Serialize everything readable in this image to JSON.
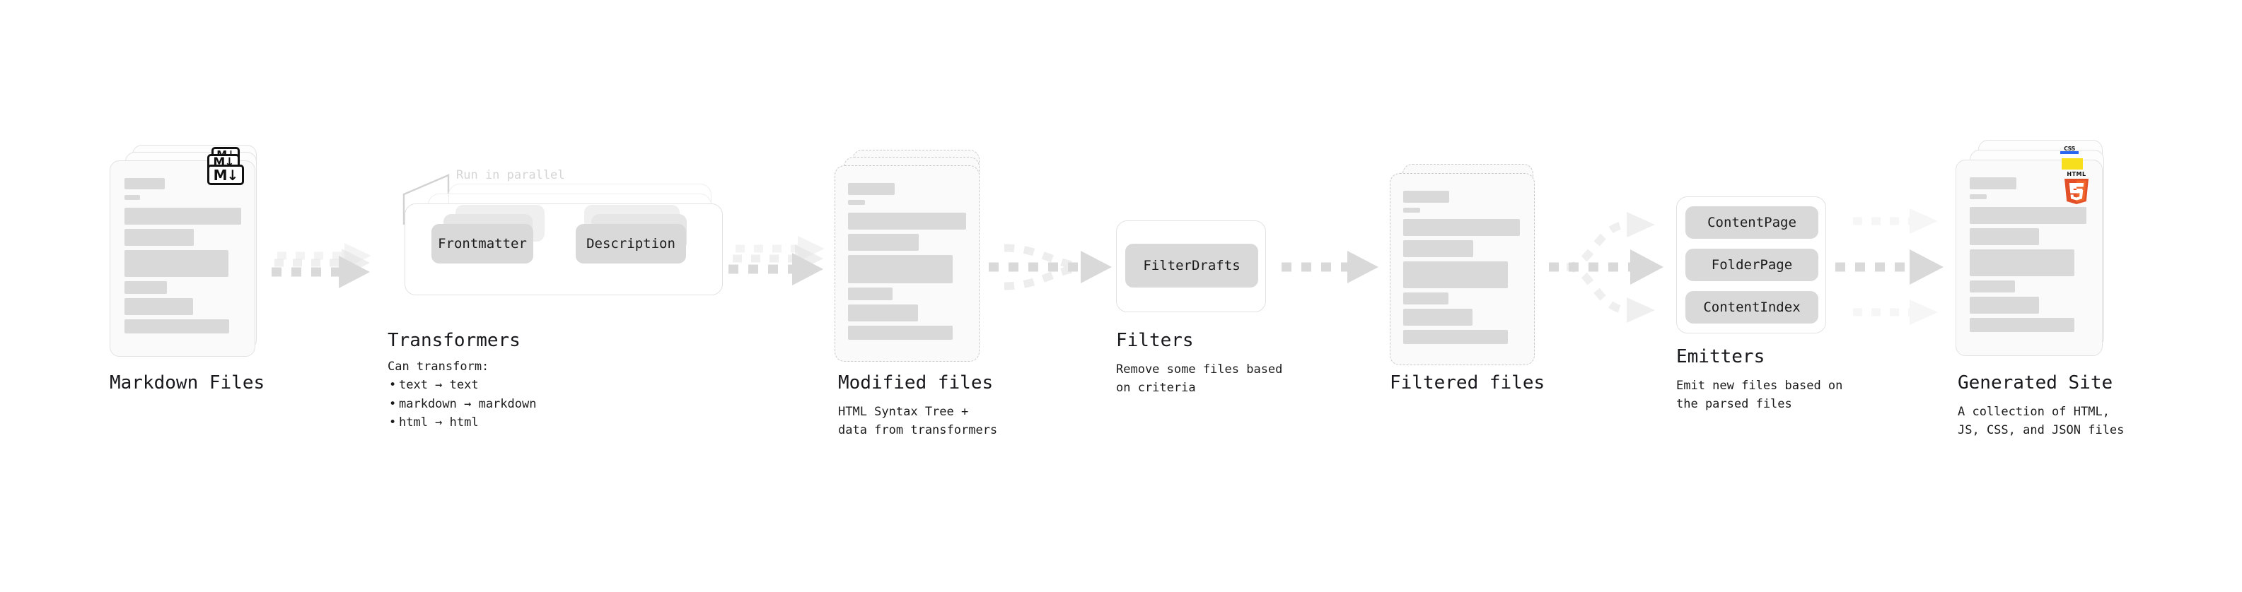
{
  "diagram": {
    "title_font": "monospace",
    "background": "#ffffff",
    "accent_colors": {
      "skeleton": "#d9d9d9",
      "card_border": "#e2e2e2",
      "dashed_border": "#c9c9c9",
      "arrow": "#d9d9d9",
      "arrow_faded": "#f0f0f0",
      "text": "#1b1b1b",
      "muted_text": "#d5d5d5",
      "html5_orange": "#E34F26",
      "js_yellow": "#F7DF1E",
      "css_blue": "#2965F1"
    }
  },
  "stages": [
    {
      "id": "markdown-files",
      "title": "Markdown Files",
      "subtitle": "",
      "badge": "M↓",
      "badge_name": "markdown-badge",
      "card_count": 3,
      "card_style": "solid"
    },
    {
      "id": "transformers",
      "title": "Transformers",
      "annotation": "Run in parallel",
      "lead": "Can transform:",
      "bullets": [
        "text → text",
        "markdown → markdown",
        "html → html"
      ],
      "pills": [
        "Frontmatter",
        "Description"
      ],
      "card_count": 3
    },
    {
      "id": "modified-files",
      "title": "Modified files",
      "subtitle": "HTML Syntax Tree +\ndata from transformers",
      "card_count": 3,
      "card_style": "dashed"
    },
    {
      "id": "filters",
      "title": "Filters",
      "subtitle": "Remove some files based\non criteria",
      "pills": [
        "FilterDrafts"
      ]
    },
    {
      "id": "filtered-files",
      "title": "Filtered files",
      "subtitle": "",
      "card_count": 2,
      "card_style": "dashed"
    },
    {
      "id": "emitters",
      "title": "Emitters",
      "subtitle": "Emit new files based on\nthe parsed files",
      "pills": [
        "ContentPage",
        "FolderPage",
        "ContentIndex"
      ]
    },
    {
      "id": "generated-site",
      "title": "Generated Site",
      "subtitle": "A collection of HTML,\nJS, CSS, and JSON files",
      "badges": [
        "HTML5",
        "JS",
        "CSS"
      ],
      "card_count": 3,
      "card_style": "solid"
    }
  ],
  "html5_badge": {
    "top_label": "HTML",
    "number": "5"
  },
  "css_badge": {
    "label": "CSS"
  }
}
